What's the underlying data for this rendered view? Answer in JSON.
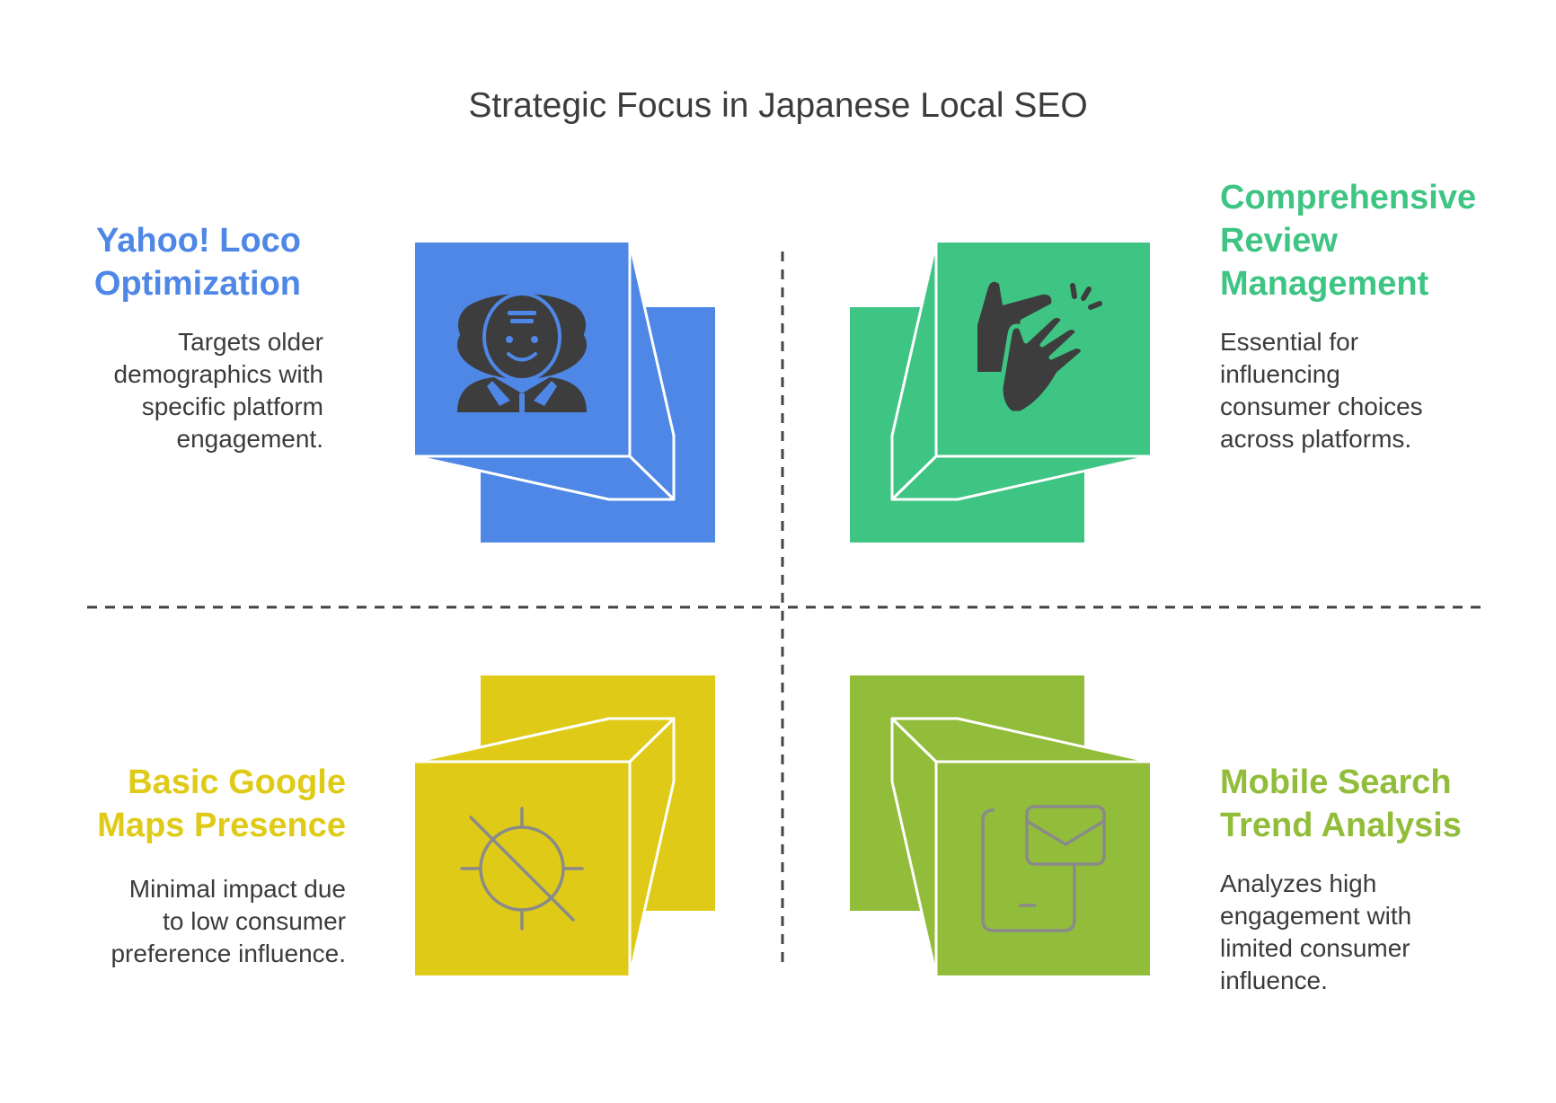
{
  "title": "Strategic Focus in Japanese Local SEO",
  "colors": {
    "blue": "#4e87e6",
    "green": "#3ec483",
    "yellow": "#dfcb17",
    "lime": "#92bd3a",
    "icon_dark": "#3d3d3d",
    "icon_gray": "#8a8a8a",
    "divider": "#444444"
  },
  "quadrants": [
    {
      "id": "top-left",
      "heading_lines": [
        "Yahoo! Loco",
        "Optimization"
      ],
      "description_lines": [
        "Targets older",
        "demographics with",
        "specific platform",
        "engagement."
      ],
      "color": "#4e87e6",
      "icon": "elderly-person-icon"
    },
    {
      "id": "top-right",
      "heading_lines": [
        "Comprehensive",
        "Review",
        "Management"
      ],
      "description_lines": [
        "Essential for",
        "influencing",
        "consumer choices",
        "across platforms."
      ],
      "color": "#3ec483",
      "icon": "clapping-hands-icon"
    },
    {
      "id": "bottom-left",
      "heading_lines": [
        "Basic Google",
        "Maps Presence"
      ],
      "description_lines": [
        "Minimal impact due",
        "to low consumer",
        "preference influence."
      ],
      "color": "#dfcb17",
      "icon": "location-off-icon"
    },
    {
      "id": "bottom-right",
      "heading_lines": [
        "Mobile Search",
        "Trend Analysis"
      ],
      "description_lines": [
        "Analyzes high",
        "engagement with",
        "limited consumer",
        "influence."
      ],
      "color": "#92bd3a",
      "icon": "mobile-mail-icon"
    }
  ]
}
